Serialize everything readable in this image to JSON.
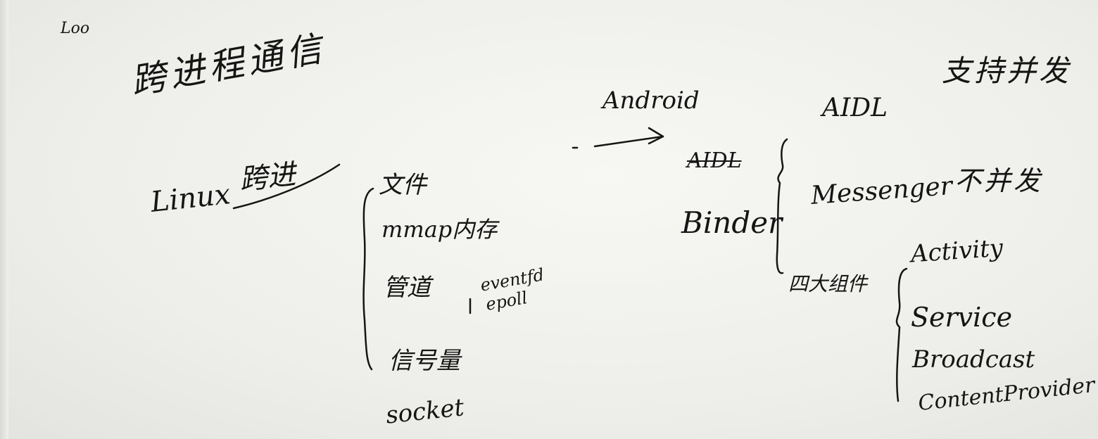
{
  "notes": {
    "corner_mark": "Loo",
    "title": "跨进程通信",
    "linux_label": "Linux",
    "linux_ipc": "跨进",
    "linux_items": [
      "文件",
      "mmap内存",
      "管道",
      "信号量",
      "socket"
    ],
    "pipe_note_1": "eventfd",
    "pipe_note_2": "epoll",
    "android_label": "Android",
    "aidl_crossed": "AIDL",
    "binder": "Binder",
    "aidl": "AIDL",
    "aidl_note": "支持并发",
    "messenger": "Messenger",
    "messenger_note": "不并发",
    "four_components": "四大组件",
    "components": [
      "Activity",
      "Service",
      "Broadcast",
      "ContentProvider"
    ]
  }
}
